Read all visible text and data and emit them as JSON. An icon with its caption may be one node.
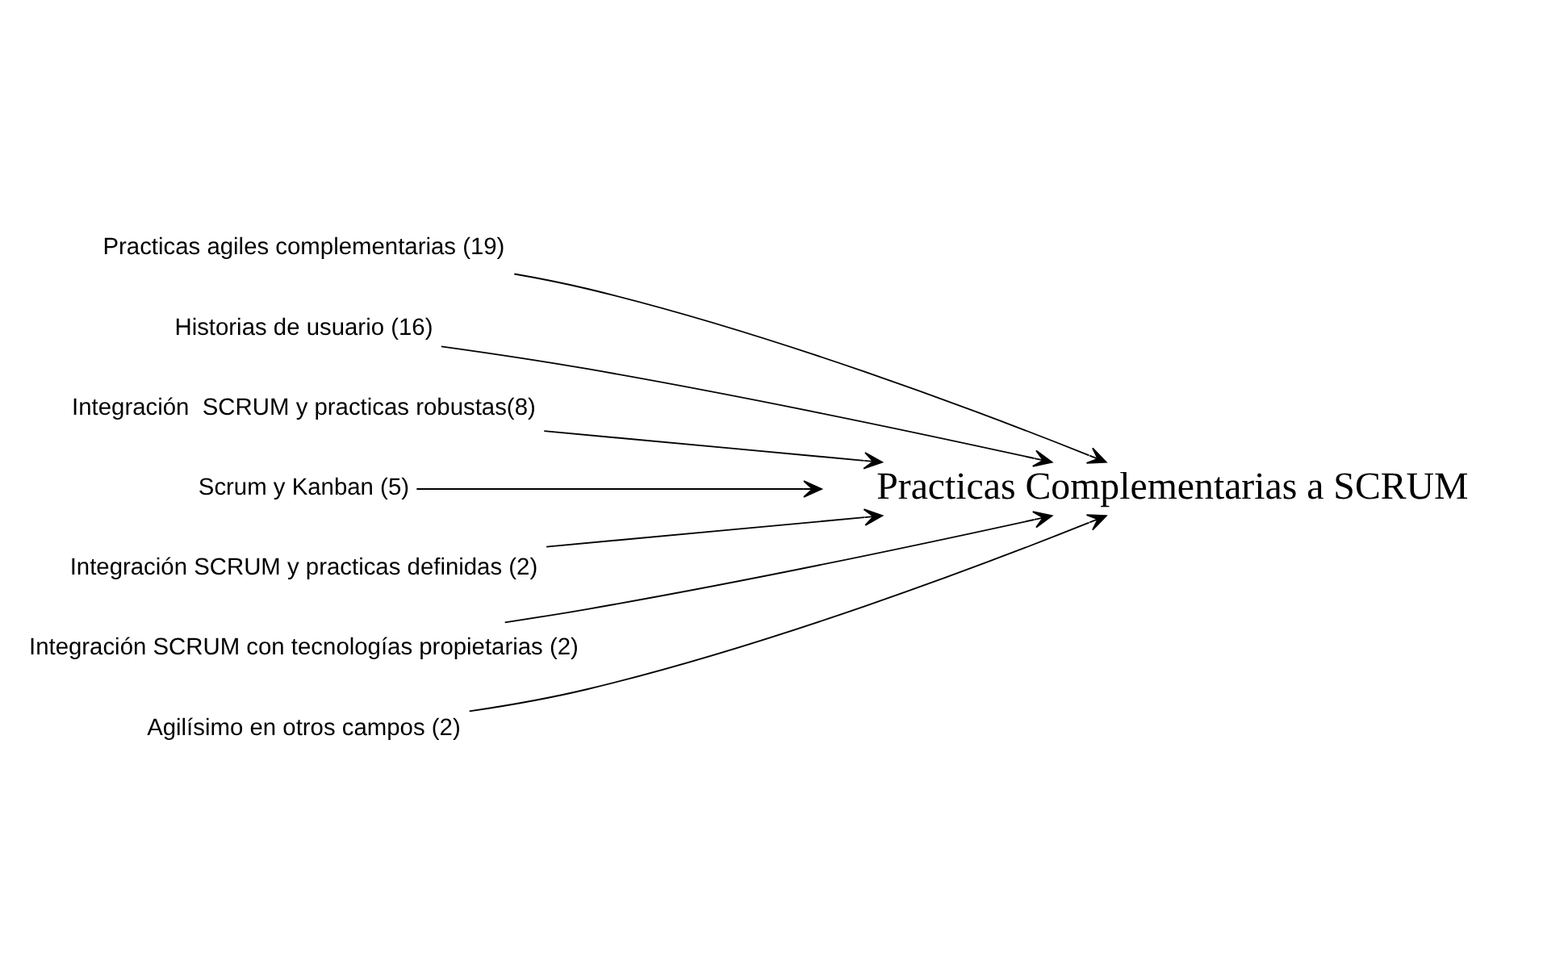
{
  "diagram": {
    "nodes": [
      {
        "text": [
          "Practicas agiles complementarias (19)"
        ]
      },
      {
        "text": [
          "Historias de usuario (16)"
        ]
      },
      {
        "text": [
          "Integración  SCRUM y practicas robustas(8)"
        ]
      },
      {
        "text": [
          "Scrum y Kanban (5)"
        ]
      },
      {
        "text": [
          "Integración SCRUM y practicas definidas (2)"
        ]
      },
      {
        "text": [
          "Integración SCRUM con tecnologías propietarias (2)"
        ]
      },
      {
        "text": [
          "Agilísimo en otros campos (2)"
        ]
      },
      {
        "text": [
          "Practicas Complementarias a SCRUM"
        ]
      }
    ],
    "edges": [
      {
        "from": 0,
        "to": 7,
        "arrow": "to"
      },
      {
        "from": 1,
        "to": 7,
        "arrow": "to"
      },
      {
        "from": 2,
        "to": 7,
        "arrow": "to"
      },
      {
        "from": 3,
        "to": 7,
        "arrow": "to"
      },
      {
        "from": 4,
        "to": 7,
        "arrow": "to"
      },
      {
        "from": 5,
        "to": 7,
        "arrow": "to"
      },
      {
        "from": 6,
        "to": 7,
        "arrow": "to"
      }
    ]
  }
}
